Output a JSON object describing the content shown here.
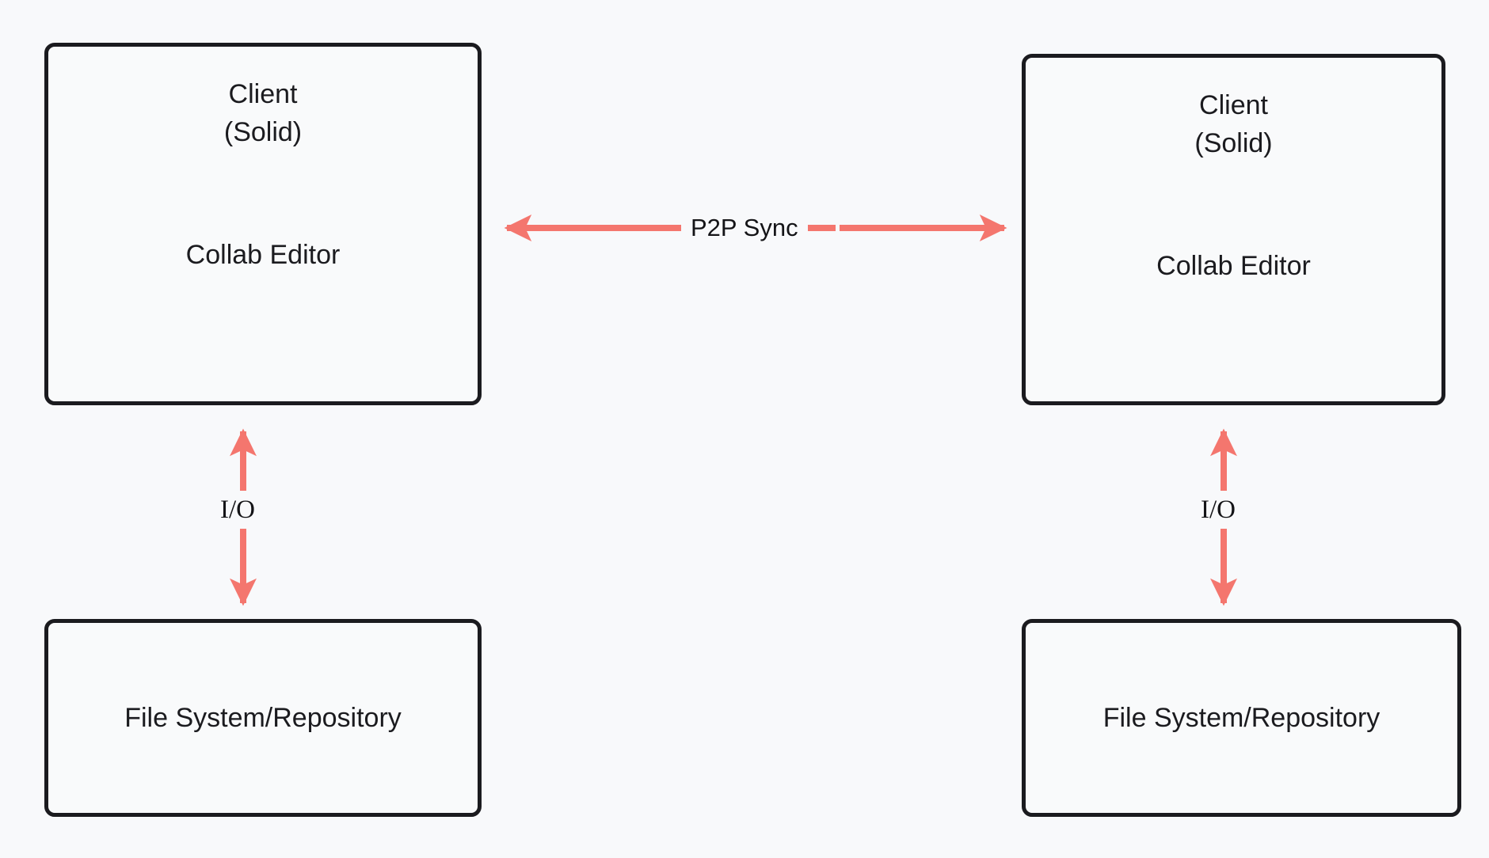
{
  "diagram": {
    "background_color": "#f8f9fb",
    "node_border_color": "#1b1b1f",
    "node_fill_color": "#f9fafb",
    "arrow_color": "#f4766e",
    "text_color": "#1b1b1f",
    "nodes": [
      {
        "id": "client-left",
        "title": "Client\n(Solid)",
        "sub": "Collab Editor"
      },
      {
        "id": "client-right",
        "title": "Client\n(Solid)",
        "sub": "Collab Editor"
      },
      {
        "id": "storage-left",
        "label": "File System/Repository"
      },
      {
        "id": "storage-right",
        "label": "File System/Repository"
      }
    ],
    "edges": [
      {
        "id": "p2p-sync",
        "label": "P2P Sync",
        "from": "client-left",
        "to": "client-right",
        "direction": "bidirectional",
        "orientation": "horizontal"
      },
      {
        "id": "io-left",
        "label": "I/O",
        "from": "client-left",
        "to": "storage-left",
        "direction": "bidirectional",
        "orientation": "vertical"
      },
      {
        "id": "io-right",
        "label": "I/O",
        "from": "client-right",
        "to": "storage-right",
        "direction": "bidirectional",
        "orientation": "vertical"
      }
    ]
  }
}
